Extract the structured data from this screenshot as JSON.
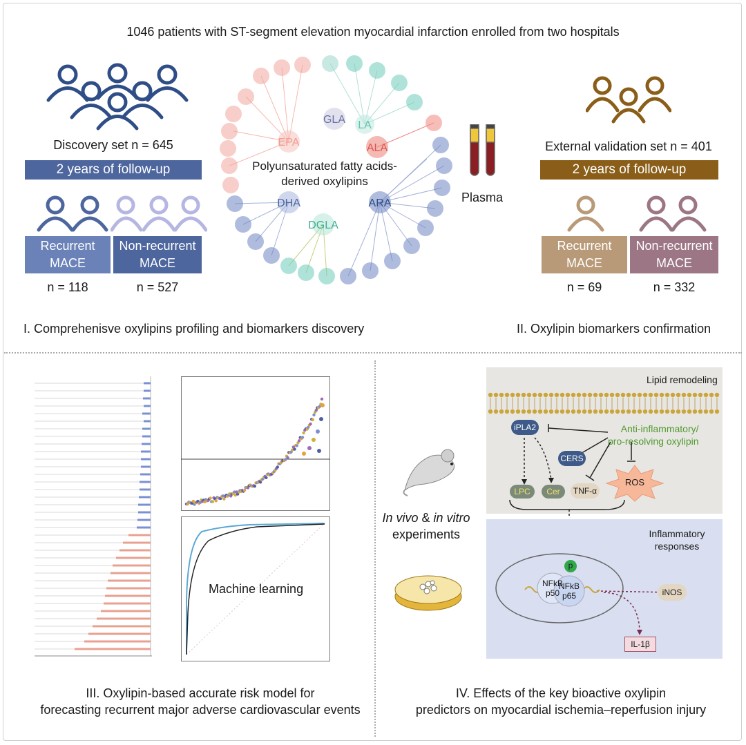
{
  "title": "1046 patients with ST-segment elevation myocardial infarction enrolled from two hospitals",
  "discovery": {
    "label": "Discovery set n = 645",
    "followup": "2 years of follow-up",
    "recurrent": "Recurrent\nMACE",
    "nonrecurrent": "Non-recurrent\nMACE",
    "n_recurrent": "n = 118",
    "n_nonrecurrent": "n = 527",
    "colors": {
      "primary": "#4e669e",
      "light": "#b6b6e2"
    }
  },
  "validation": {
    "label": "External validation set n = 401",
    "followup": "2 years of follow-up",
    "recurrent": "Recurrent\nMACE",
    "nonrecurrent": "Non-recurrent\nMACE",
    "n_recurrent": "n = 69",
    "n_nonrecurrent": "n = 332",
    "colors": {
      "primary": "#8a5e18",
      "tan": "#b89a78",
      "mauve": "#9c7684"
    }
  },
  "network": {
    "center": "Polyunsaturated fatty acids-\nderived oxylipins",
    "nodes": [
      "GLA",
      "LA",
      "EPA",
      "ALA",
      "DHA",
      "ARA",
      "DGLA"
    ]
  },
  "plasma": "Plasma",
  "section1": "I. Comprehenisve oxylipins profiling and biomarkers discovery",
  "section2": "II. Oxylipin biomarkers confirmation",
  "section3": "III. Oxylipin-based accurate risk model for\nforecasting recurrent major adverse cardiovascular events",
  "section4": "IV. Effects of the key bioactive oxylipin\npredictors on myocardial ischemia–reperfusion injury",
  "ml_label": "Machine learning",
  "invivo": {
    "line1_a": "In vivo",
    "line1_b": " & ",
    "line1_c": "in vitro",
    "line2": "experiments"
  },
  "mech": {
    "lipid_remodeling": "Lipid remodeling",
    "anti": "Anti-inflammatory/\npro-resolving oxylipin",
    "ipla2": "iPLA2",
    "cers": "CERS",
    "lpc": "LPC",
    "cer": "Cer",
    "tnf": "TNF-α",
    "ros": "ROS",
    "inflammatory": "Inflammatory\nresponses",
    "p": "p",
    "nfkb_p50": "NFkB\np50",
    "nfkb_p65": "NFkB\np65",
    "inos": "iNOS",
    "il1b": "IL-1β"
  }
}
